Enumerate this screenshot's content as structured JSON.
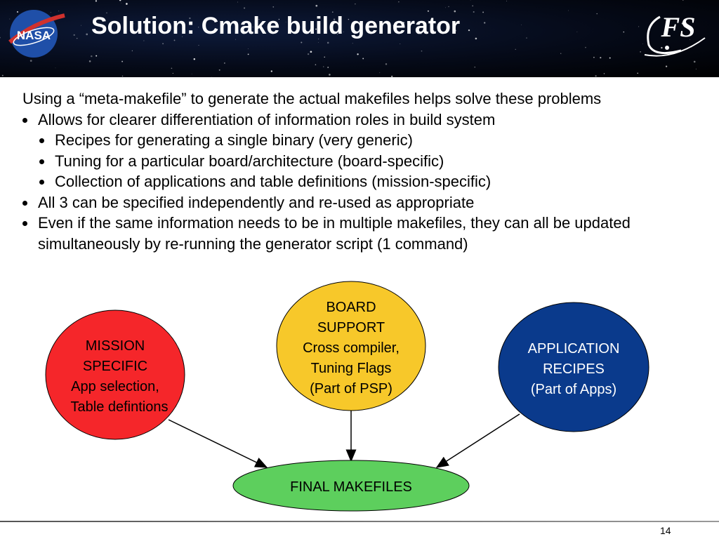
{
  "header": {
    "title": "Solution: Cmake build generator",
    "nasa_logo_text": "NASA",
    "fs_logo_text": "CFS"
  },
  "body": {
    "intro": "Using a “meta-makefile” to generate the actual makefiles helps solve these problems",
    "bullets": [
      "Allows for clearer differentiation of information roles in build system",
      "Recipes for generating a single binary (very generic)",
      "Tuning for a particular board/architecture (board-specific)",
      "Collection of applications and table definitions (mission-specific)",
      "All 3 can be specified independently and re-used as appropriate",
      "Even if the same information needs to be in multiple makefiles, they can all be updated simultaneously by re-running the generator script (1 command)"
    ]
  },
  "diagram": {
    "mission": {
      "lines": [
        "MISSION",
        "SPECIFIC",
        "App selection,",
        "Table defintions"
      ],
      "color": "#f5262a"
    },
    "board": {
      "lines": [
        "BOARD",
        "SUPPORT",
        "Cross compiler,",
        "Tuning Flags",
        "(Part of PSP)"
      ],
      "color": "#f7c82a"
    },
    "application": {
      "lines": [
        "APPLICATION",
        "RECIPES",
        "(Part of Apps)"
      ],
      "color": "#0a3a8c"
    },
    "final": {
      "label": "FINAL MAKEFILES",
      "color": "#5dcf5d"
    }
  },
  "footer": {
    "page_number": "14"
  }
}
